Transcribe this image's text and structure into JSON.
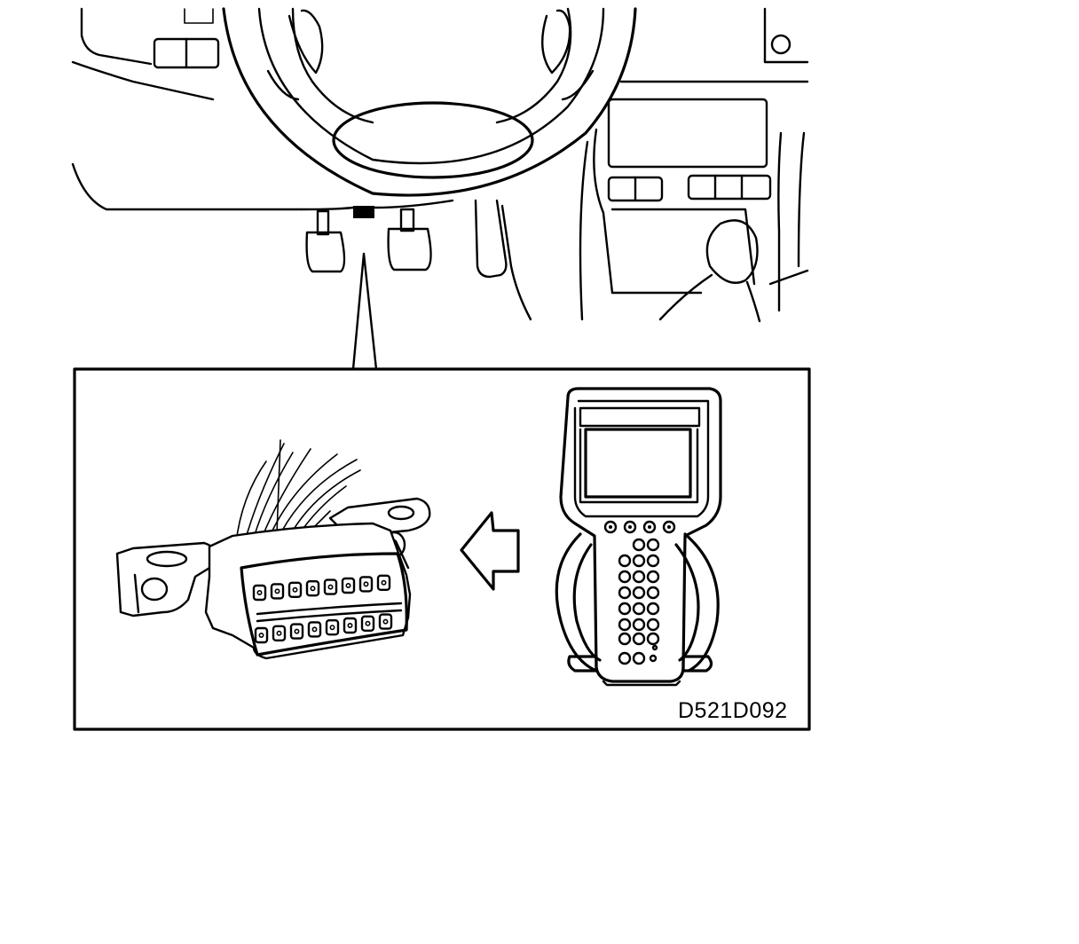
{
  "figure": {
    "label": "D521D092"
  },
  "colors": {
    "ink": "#000000",
    "paper": "#ffffff"
  },
  "parts": {
    "dashboard": "dashboard-with-steering-wheel",
    "connector": "diagnostic-connector",
    "arrow": "connect-arrow",
    "tester": "handheld-diagnostic-tester"
  }
}
